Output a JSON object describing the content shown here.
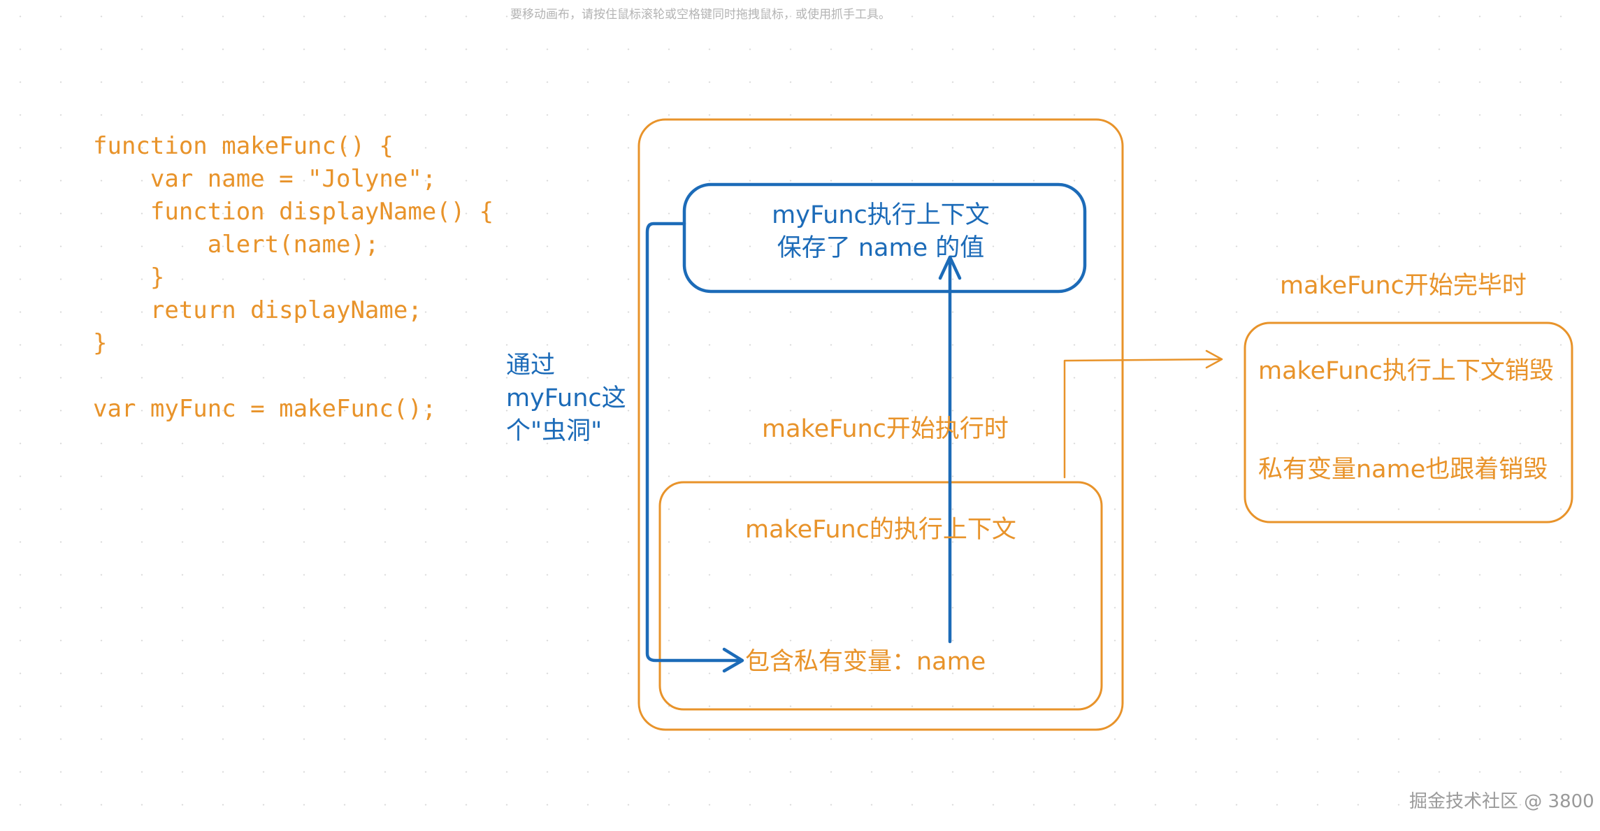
{
  "canvas": {
    "hint": "要移动画布，请按住鼠标滚轮或空格键同时拖拽鼠标，或使用抓手工具。"
  },
  "code": {
    "lines": [
      "function makeFunc() {",
      "    var name = \"Jolyne\";",
      "    function displayName() {",
      "        alert(name);",
      "    }",
      "    return displayName;",
      "}",
      "",
      "var myFunc = makeFunc();"
    ]
  },
  "diagram": {
    "wormhole_lines": [
      "通过",
      "myFunc这",
      "个\"虫洞\""
    ],
    "myfunc_context_lines": [
      "myFunc执行上下文",
      "保存了 name 的值"
    ],
    "makefunc_running": "makeFunc开始执行时",
    "makefunc_context": "makeFunc的执行上下文",
    "private_variable": "包含私有变量：name",
    "makefunc_finished": "makeFunc开始完毕时",
    "destroyed_lines": [
      "makeFunc执行上下文销毁",
      "私有变量name也跟着销毁"
    ]
  },
  "watermark": "掘金技术社区 @ 3800",
  "colors": {
    "orange": "#e8932a",
    "blue": "#1c6bb8"
  }
}
